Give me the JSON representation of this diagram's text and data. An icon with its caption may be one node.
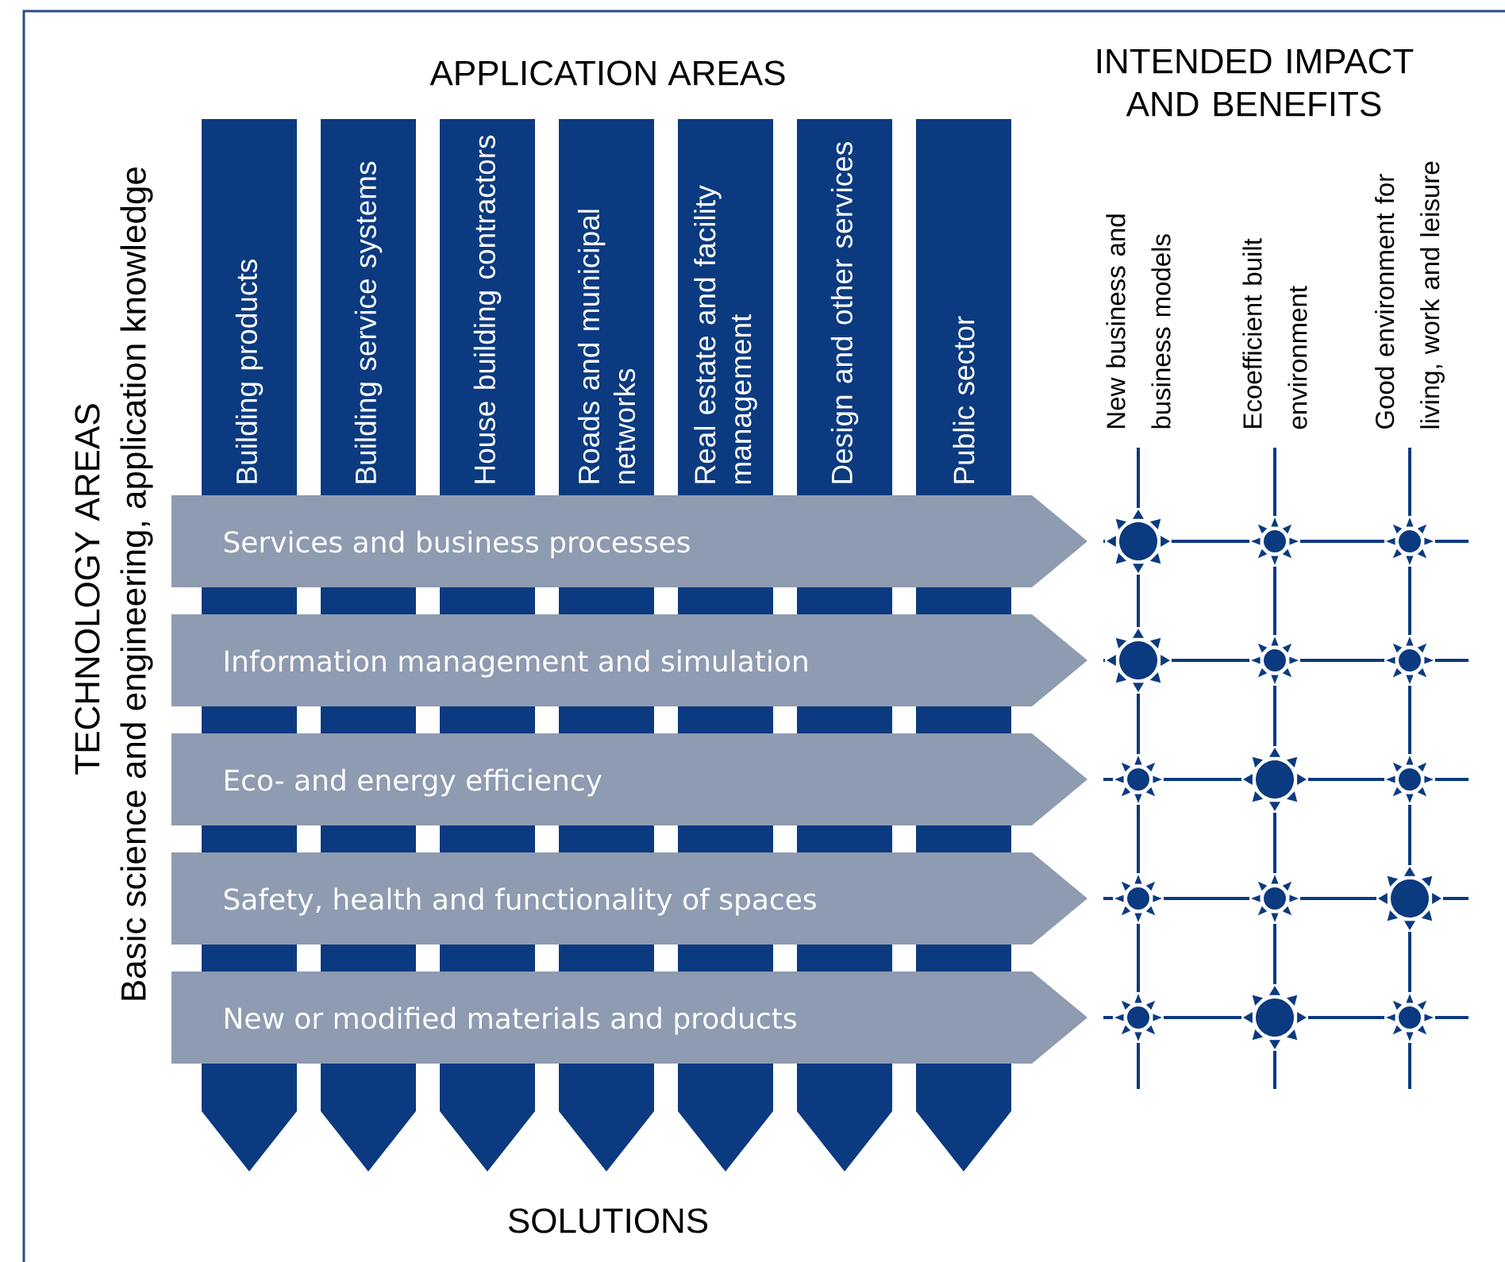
{
  "diagram": {
    "nodes": [
      {
        "text": [
          "Building products"
        ]
      },
      {
        "text": [
          "Building service systems"
        ]
      },
      {
        "text": [
          "House building contractors"
        ]
      },
      {
        "text": [
          "Roads and municipal networks"
        ]
      },
      {
        "text": [
          "Real estate and facility management"
        ]
      },
      {
        "text": [
          "Design and other services"
        ]
      },
      {
        "text": [
          "Public sector"
        ]
      },
      {
        "text": [
          "Services and business processes"
        ]
      },
      {
        "text": [
          "Information management and simulation"
        ]
      },
      {
        "text": [
          "Eco- and energy efficiency"
        ]
      },
      {
        "text": [
          "Safety, health and functionality of spaces"
        ]
      },
      {
        "text": [
          "New or modified materials and products"
        ]
      }
    ],
    "labels": [
      "APPLICATION AREAS",
      "INTENDED IMPACT AND BENEFITS",
      "TECHNOLOGY AREAS",
      "Basic science and engineering, application knowledge",
      "New business and business models",
      "Ecoefficient built environment",
      "Good environment for living, work and leisure",
      "SOLUTIONS"
    ]
  }
}
